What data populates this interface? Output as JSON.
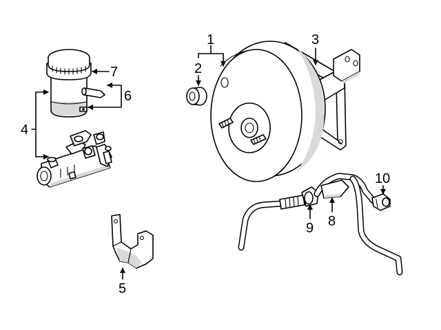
{
  "callouts": {
    "c1": "1",
    "c2": "2",
    "c3": "3",
    "c4": "4",
    "c5": "5",
    "c6": "6",
    "c7": "7",
    "c8": "8",
    "c9": "9",
    "c10": "10"
  },
  "colors": {
    "line": "#000000",
    "background": "#ffffff",
    "shading": "#d9d9d9"
  }
}
